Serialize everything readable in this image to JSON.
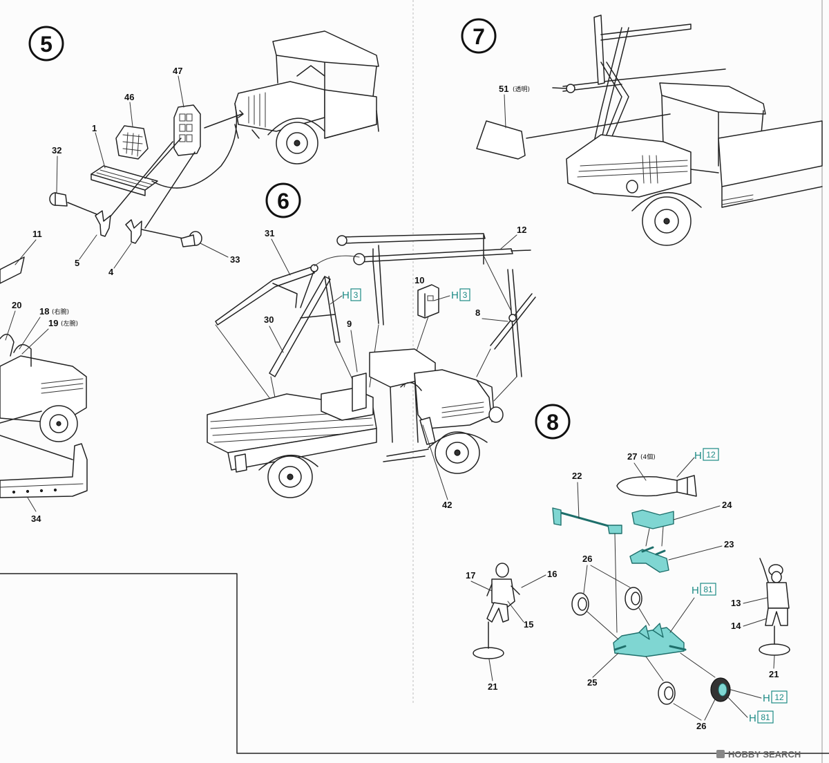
{
  "steps": {
    "step5": "5",
    "step6": "6",
    "step7": "7",
    "step8": "8"
  },
  "parts": {
    "p1": "1",
    "p4": "4",
    "p5": "5",
    "p8": "8",
    "p9": "9",
    "p10": "10",
    "p11": "11",
    "p12": "12",
    "p13": "13",
    "p14": "14",
    "p15": "15",
    "p16": "16",
    "p17": "17",
    "p18": "18",
    "p19": "19",
    "p20": "20",
    "p21a": "21",
    "p21b": "21",
    "p22": "22",
    "p23": "23",
    "p24": "24",
    "p25": "25",
    "p26a": "26",
    "p26b": "26",
    "p27": "27",
    "p30": "30",
    "p31": "31",
    "p32": "32",
    "p33": "33",
    "p34": "34",
    "p42": "42",
    "p46": "46",
    "p47": "47",
    "p51": "51"
  },
  "notes": {
    "right_arm": "(右腕)",
    "left_arm": "(左腕)",
    "clear": "(透明)",
    "four_pcs": "(4個)"
  },
  "color_refs": {
    "h_letter": "H",
    "h3a": "3",
    "h3b": "3",
    "h12a": "12",
    "h12b": "12",
    "h81a": "81",
    "h81b": "81"
  },
  "watermark": "HOBBY SEARCH",
  "colors": {
    "paint_callout": "#1c8a85",
    "colored_part": "#7fd6d2"
  }
}
